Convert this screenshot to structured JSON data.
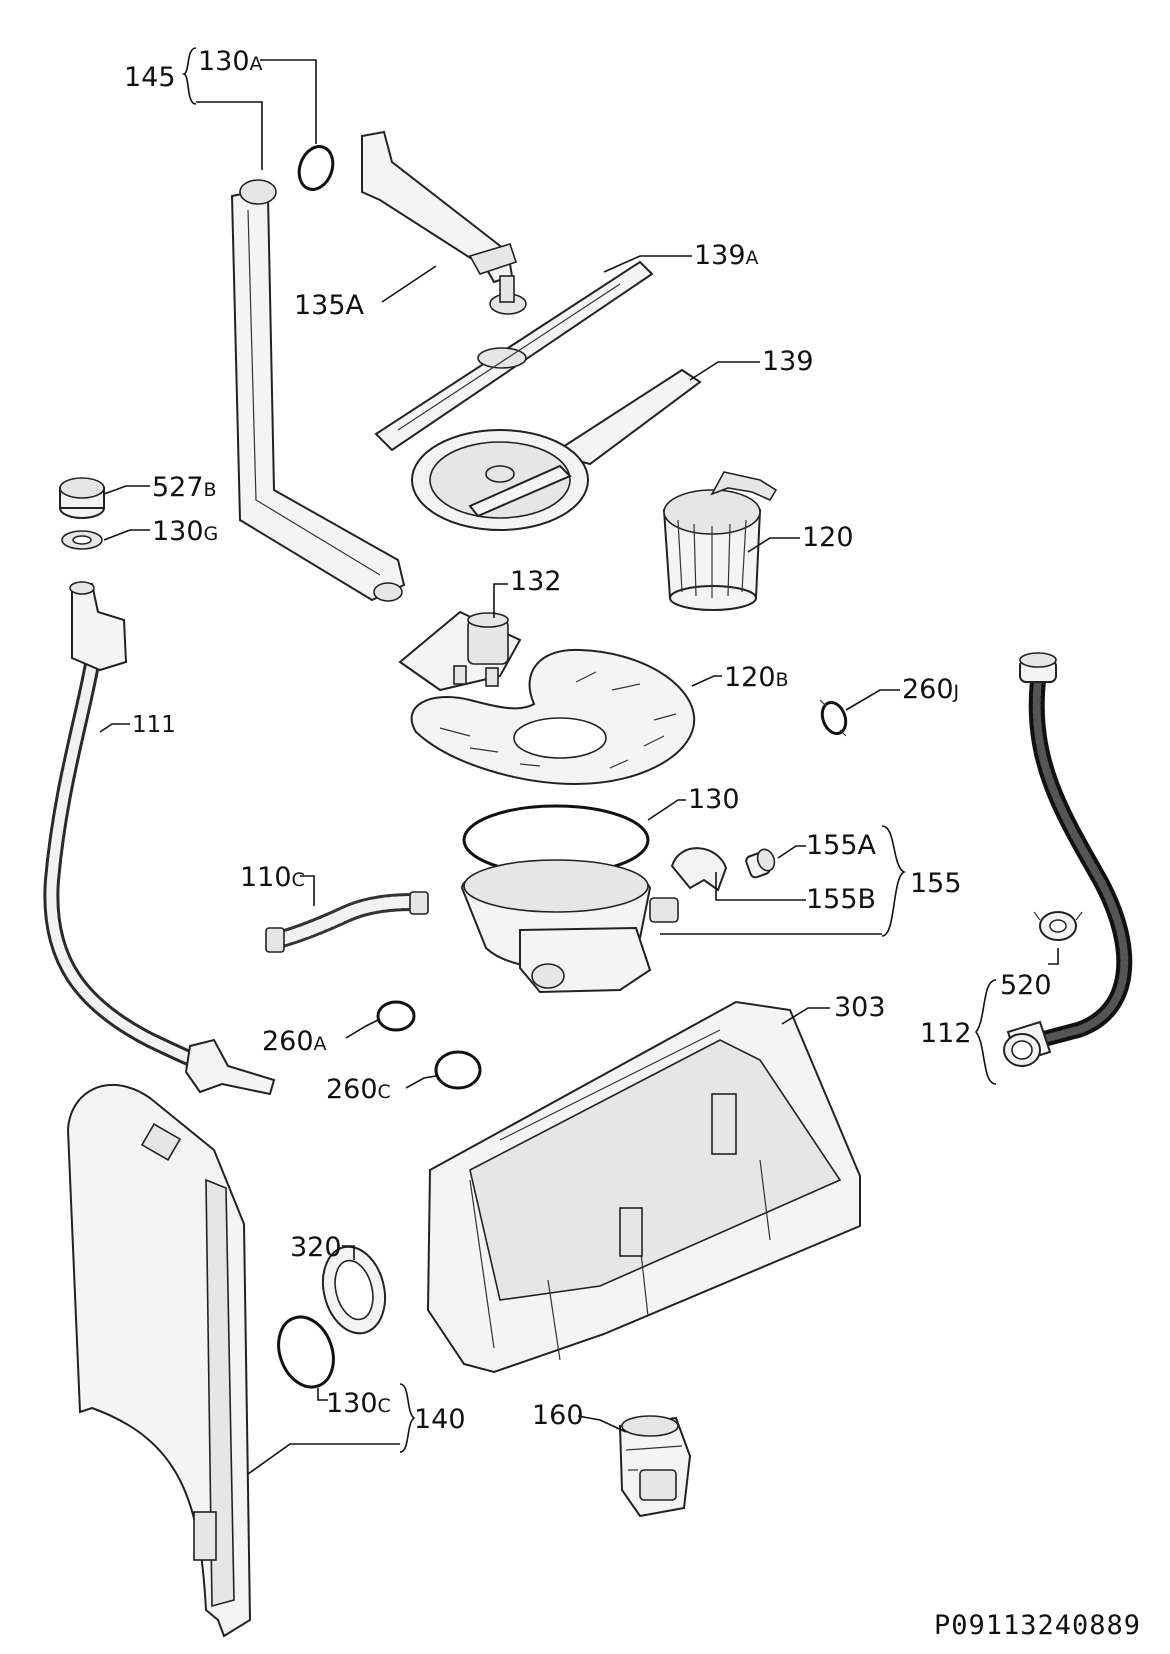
{
  "drawing_ref": "P09113240889",
  "labels": {
    "l145": "145",
    "l130a_main": "130",
    "l130a_sub": "A",
    "l135a": "135A",
    "l139a_main": "139",
    "l139a_sub": "A",
    "l139": "139",
    "l527b_main": "527",
    "l527b_sub": "B",
    "l130g_main": "130",
    "l130g_sub": "G",
    "l120": "120",
    "l132": "132",
    "l111": "111",
    "l120b_main": "120",
    "l120b_sub": "B",
    "l260j_main": "260",
    "l260j_sub": "J",
    "l130": "130",
    "l155a": "155A",
    "l155b": "155B",
    "l155": "155",
    "l110c_main": "110",
    "l110c_sub": "C",
    "l260a_main": "260",
    "l260a_sub": "A",
    "l260c_main": "260",
    "l260c_sub": "C",
    "l303": "303",
    "l520": "520",
    "l112": "112",
    "l320": "320",
    "l130c_main": "130",
    "l130c_sub": "C",
    "l140": "140",
    "l160": "160"
  }
}
